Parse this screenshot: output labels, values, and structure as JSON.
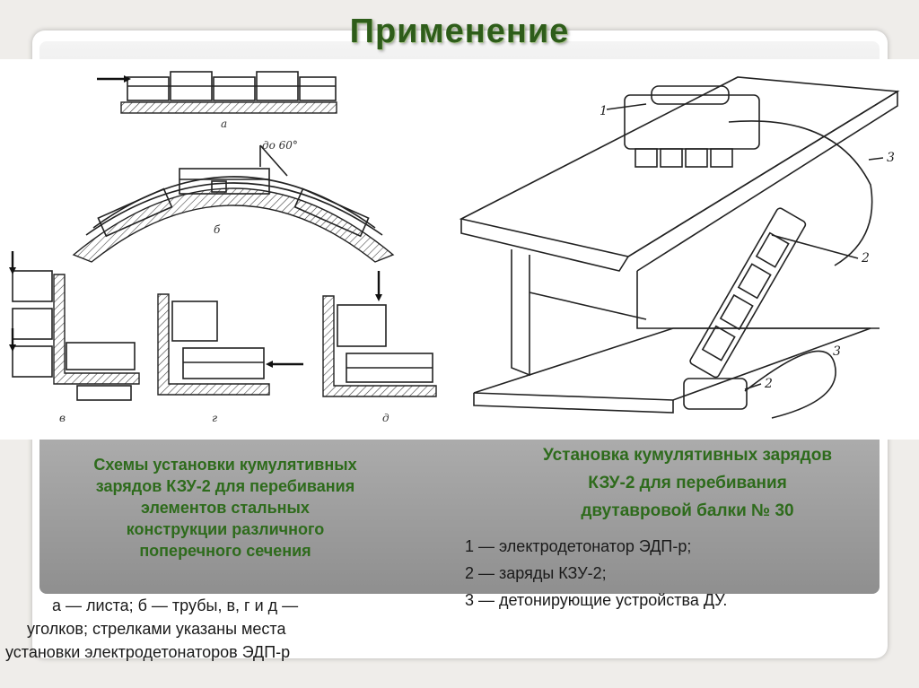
{
  "slide": {
    "title": "Применение"
  },
  "left_figure": {
    "labels": [
      "а",
      "б",
      "в",
      "г",
      "д"
    ],
    "angle_label": "до 60°"
  },
  "right_figure": {
    "callouts": [
      "1",
      "2",
      "2",
      "3",
      "3"
    ]
  },
  "left_caption": {
    "lines": [
      "Схемы установки кумулятивных",
      "зарядов КЗУ-2 для перебивания",
      "элементов стальных",
      "конструкции различного",
      "поперечного сечения"
    ],
    "sub_lines": [
      "а — листа; б — трубы, в, г и д —",
      "уголков; стрелками указаны места",
      "установки электродетонаторов ЭДП-р"
    ]
  },
  "right_caption": {
    "lines": [
      "Установка кумулятивных зарядов",
      "КЗУ-2 для перебивания",
      "двутавровой балки № 30"
    ],
    "legend": [
      "1 — электродетонатор ЭДП-р;",
      "2 — заряды КЗУ-2;",
      "3 — детонирующие устройства ДУ."
    ]
  }
}
